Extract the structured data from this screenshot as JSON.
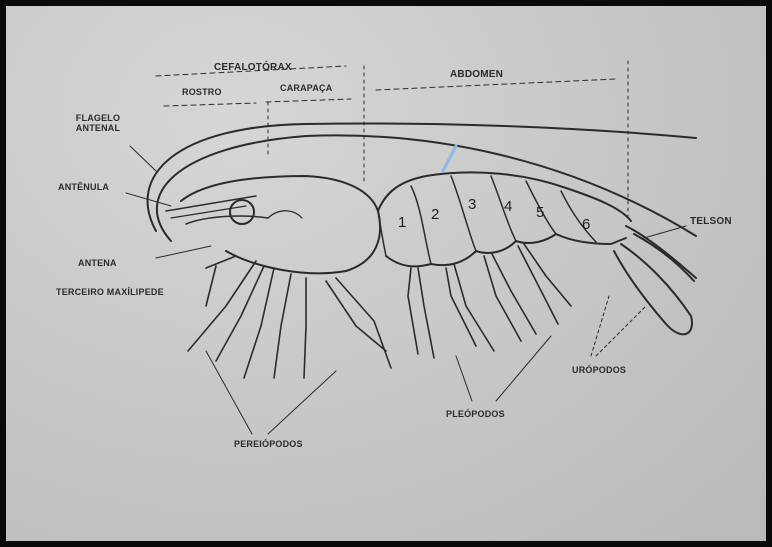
{
  "labels": {
    "cefalotorax": "CEFALOTÓRAX",
    "rostro": "ROSTRO",
    "carapaca": "CARAPAÇA",
    "abdomen": "ABDOMEN",
    "flagelo_antenal": "FLAGELO ANTENAL",
    "antenula": "ANTÊNULA",
    "antena": "ANTENA",
    "terceiro_maxilipede": "TERCEIRO MAXÍLIPEDE",
    "telson": "TELSON",
    "uropodos": "URÓPODOS",
    "pleopodos": "PLEÓPODOS",
    "pereiopodos": "PEREIÓPODOS"
  },
  "segments": [
    "1",
    "2",
    "3",
    "4",
    "5",
    "6"
  ],
  "colors": {
    "paper": "#c9c9c7",
    "ink": "#2b2b2b",
    "border": "#0a0a0a",
    "pin": "#8fb8e8"
  }
}
